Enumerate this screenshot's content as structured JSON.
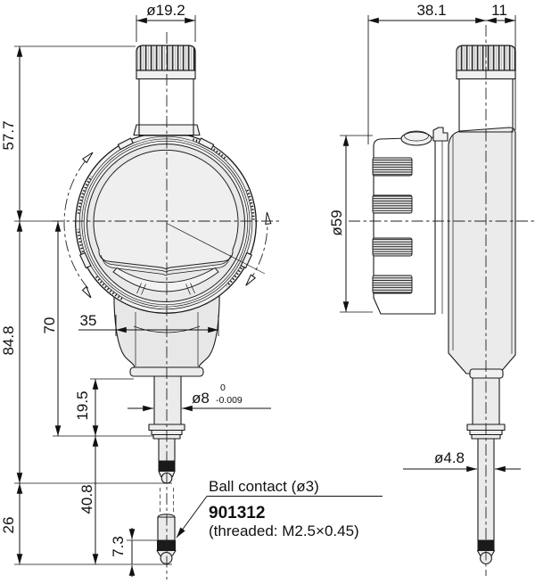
{
  "drawing": {
    "type": "technical-dimension-drawing",
    "views": [
      "front",
      "side"
    ],
    "colors": {
      "line": "#1a1a1a",
      "body_fill": "#ebebeb",
      "housing_fill": "#e7e7e7",
      "knurl_band": "#1a1a1a",
      "background": "#ffffff"
    }
  },
  "dims": {
    "cap_diameter": "ø19.2",
    "height_cap_to_center": "57.7",
    "center_to_tip": "84.8",
    "tip_travel": "26",
    "center_to_stem_end": "70",
    "stem_exposed": "19.5",
    "spindle_exposed": "40.8",
    "contact_point_length": "7.3",
    "back_width": "35",
    "stem_diameter": "ø8",
    "stem_tolerance_upper": "0",
    "stem_tolerance_lower": "-0.009",
    "spindle_diameter": "ø4.8",
    "depth_bezel_to_axis": "38.1",
    "depth_axis_to_back": "11",
    "bezel_diameter": "ø59"
  },
  "note": {
    "contact": "Ball contact (ø3)",
    "part_number": "901312",
    "thread": "(threaded: M2.5×0.45)"
  }
}
